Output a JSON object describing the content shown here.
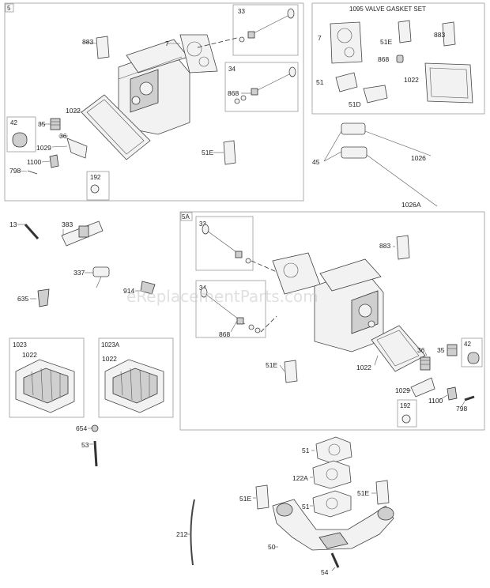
{
  "watermark": "eReplacementParts.com",
  "groups": {
    "g5": "5",
    "g5a": "5A",
    "g33a": "33",
    "g34a": "34",
    "g42a": "42",
    "g192a": "192",
    "gasket_set": "1095 VALVE GASKET SET",
    "g33b": "33",
    "g34b": "34",
    "g42b": "42",
    "g192b": "192",
    "g1023": "1023",
    "g1023a": "1023A"
  },
  "labels": {
    "p883a": "883",
    "p7a": "7",
    "p868a": "868",
    "p1022a": "1022",
    "p35a": "35",
    "p36a": "36",
    "p1029a": "1029",
    "p1100a": "1100",
    "p798a": "798",
    "p51ea": "51E",
    "gs7": "7",
    "gs51e": "51E",
    "gs883": "883",
    "gs868": "868",
    "gs51": "51",
    "gs1022": "1022",
    "gs51d": "51D",
    "p45": "45",
    "p1026": "1026",
    "p1026a": "1026A",
    "p13": "13",
    "p383": "383",
    "p337": "337",
    "p635": "635",
    "p914": "914",
    "p1022c": "1022",
    "p1022d": "1022",
    "p654": "654",
    "p53": "53",
    "p883b": "883",
    "p868b": "868",
    "p51eb": "51E",
    "p1022b": "1022",
    "p36b": "36",
    "p35b": "35",
    "p1029b": "1029",
    "p1100b": "1100",
    "p798b": "798",
    "p51a": "51",
    "p122a": "122A",
    "p51b": "51",
    "p51ec": "51E",
    "p51ed": "51E",
    "p212": "212",
    "p50": "50",
    "p54": "54"
  }
}
